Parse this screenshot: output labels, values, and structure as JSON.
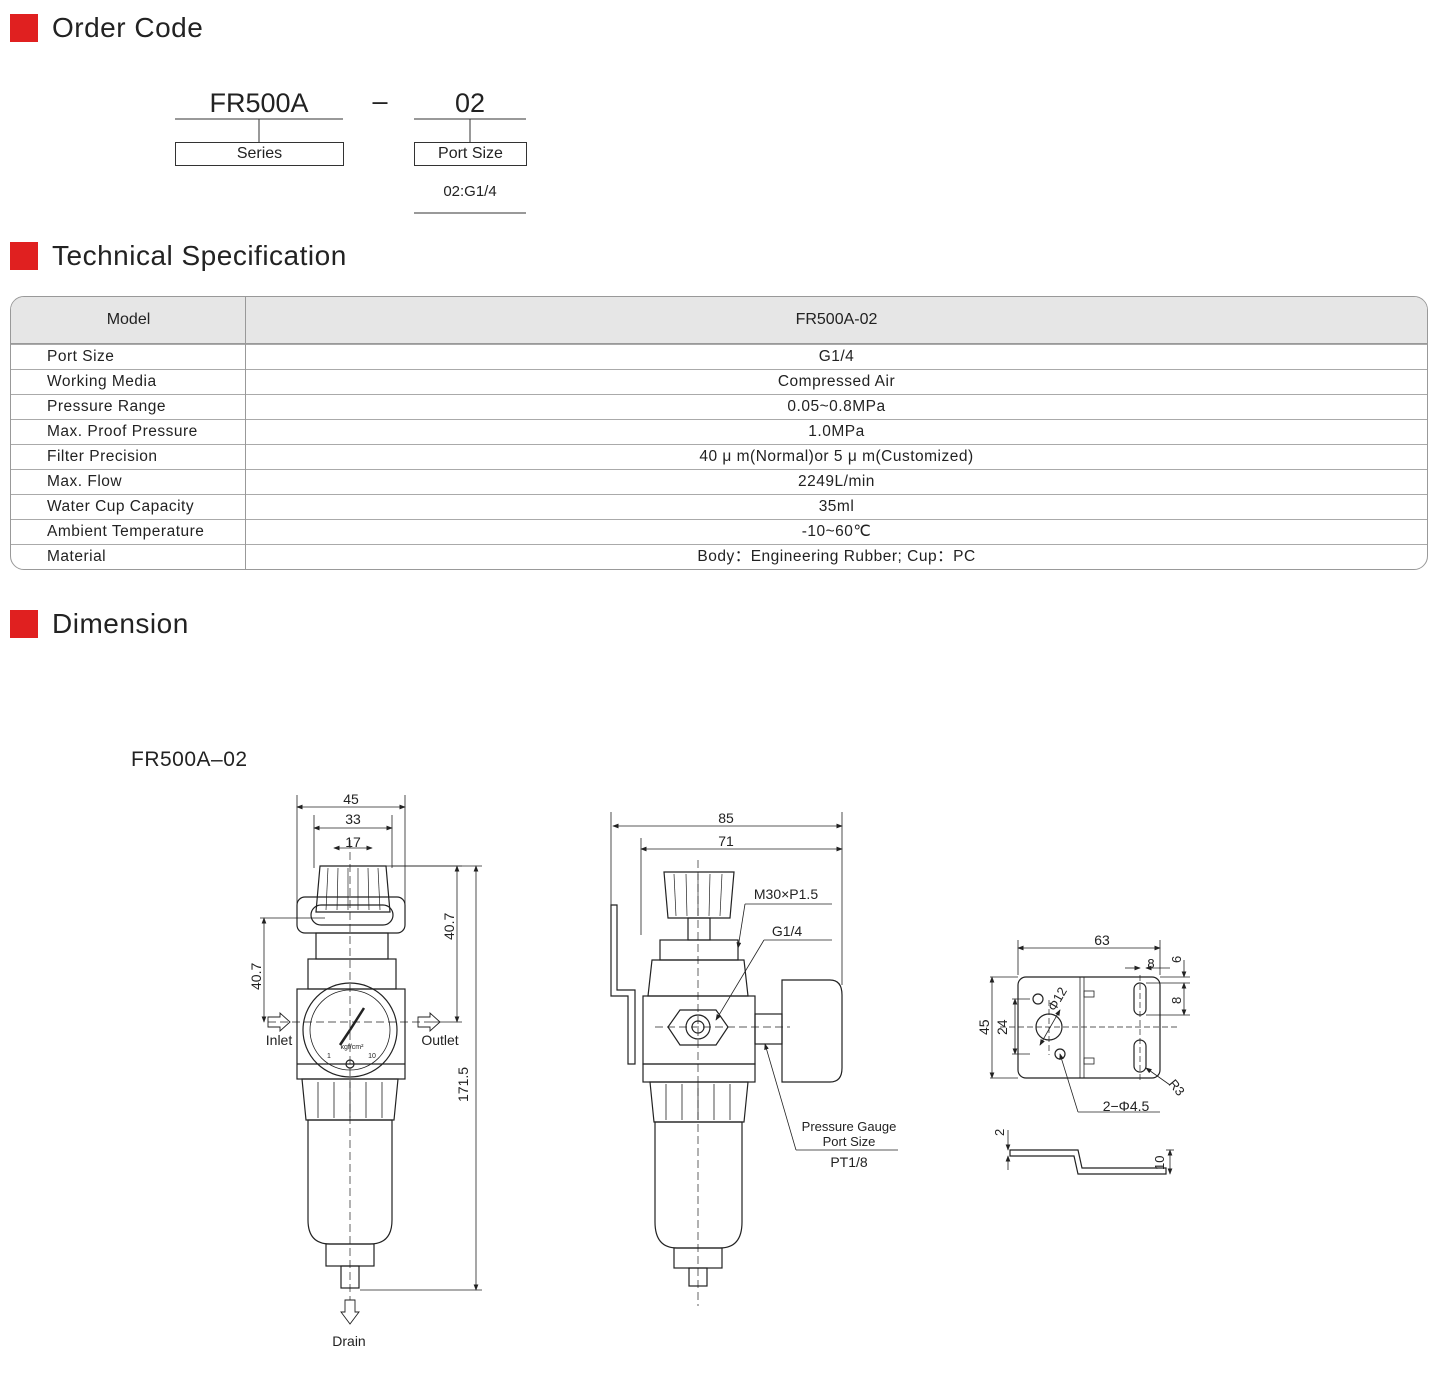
{
  "sections": {
    "order_code": "Order Code",
    "tech_spec": "Technical Specification",
    "dimension": "Dimension"
  },
  "order_code": {
    "series_code": "FR500A",
    "separator": "–",
    "port_code": "02",
    "series_label": "Series",
    "port_label": "Port Size",
    "port_option": "02:G1/4"
  },
  "spec_table": {
    "header": {
      "label": "Model",
      "value": "FR500A-02"
    },
    "rows": [
      {
        "label": "Port Size",
        "value": "G1/4"
      },
      {
        "label": "Working Media",
        "value": "Compressed Air"
      },
      {
        "label": "Pressure Range",
        "value": "0.05~0.8MPa"
      },
      {
        "label": "Max. Proof Pressure",
        "value": "1.0MPa"
      },
      {
        "label": "Filter Precision",
        "value": "40 μ m(Normal)or 5 μ m(Customized)"
      },
      {
        "label": "Max. Flow",
        "value": "2249L/min"
      },
      {
        "label": "Water Cup Capacity",
        "value": "35ml"
      },
      {
        "label": "Ambient Temperature",
        "value": "-10~60℃"
      },
      {
        "label": "Material",
        "value": "Body：Engineering Rubber; Cup：PC"
      }
    ]
  },
  "dimension": {
    "model": "FR500A–02",
    "front": {
      "w45": "45",
      "w33": "33",
      "w17": "17",
      "h40_7_left": "40.7",
      "h40_7_right": "40.7",
      "h171_5": "171.5",
      "inlet": "Inlet",
      "outlet": "Outlet",
      "drain": "Drain",
      "gauge_unit": "kgf/cm²",
      "gauge_min": "1",
      "gauge_max": "10"
    },
    "side": {
      "w85": "85",
      "w71": "71",
      "thread": "M30×P1.5",
      "port": "G1/4",
      "gauge_label_1": "Pressure Gauge",
      "gauge_label_2": "Port Size",
      "gauge_port": "PT1/8"
    },
    "bracket": {
      "w63": "63",
      "d6": "6",
      "d8a": "8",
      "d8b": "8",
      "h45": "45",
      "h24": "24",
      "phi12": "Φ12",
      "r3": "R3",
      "holes": "2−Φ4.5",
      "t2": "2",
      "t10": "10"
    }
  },
  "colors": {
    "accent": "#e02020",
    "header_bg": "#e6e6e6"
  }
}
